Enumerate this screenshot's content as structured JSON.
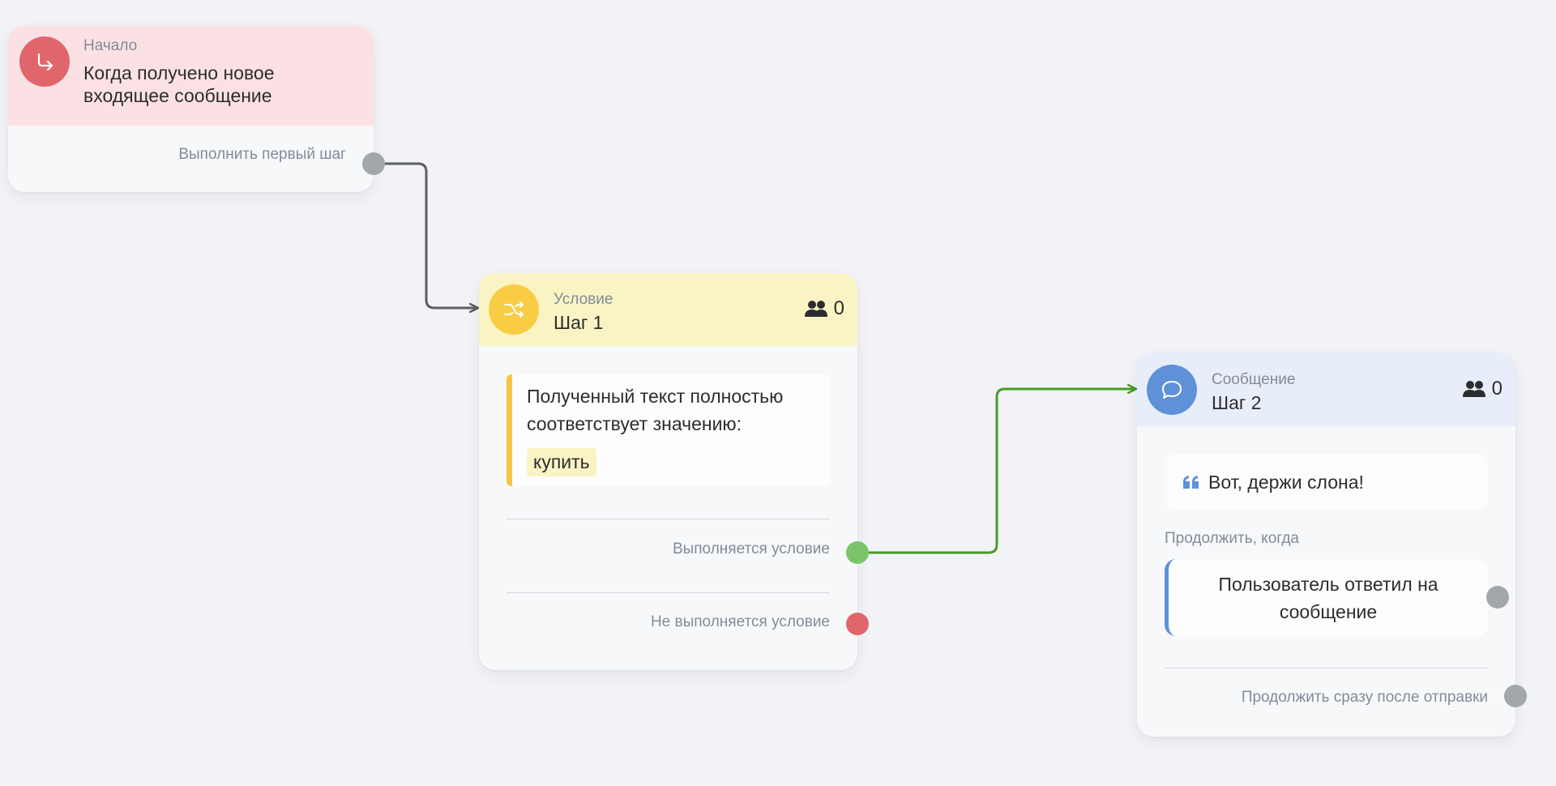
{
  "canvas": {
    "nodes": {
      "start": {
        "type_label": "Начало",
        "title": "Когда получено новое входящее сообщение",
        "output_label": "Выполнить первый шаг",
        "icon": "redirect-arrow-icon"
      },
      "condition": {
        "type_label": "Условие",
        "title": "Шаг 1",
        "subscribers_count": "0",
        "icon": "shuffle-icon",
        "rule_text": "Полученный текст полностью соответствует значению:",
        "rule_value": "купить",
        "output_true_label": "Выполняется условие",
        "output_false_label": "Не выполняется условие"
      },
      "message": {
        "type_label": "Сообщение",
        "title": "Шаг 2",
        "subscribers_count": "0",
        "icon": "chat-bubble-icon",
        "quote_text": "Вот, держи слона!",
        "continue_when_label": "Продолжить, когда",
        "continue_option": "Пользователь ответил на сообщение",
        "continue_immediately_label": "Продолжить сразу после отправки"
      }
    },
    "colors": {
      "background": "#f2f3f7",
      "start_header": "#fbe1e4",
      "condition_header": "#faf4c4",
      "message_header": "#e7eefa",
      "link_default": "#5d5f63",
      "link_success": "#4b9a2a",
      "port_success": "#7cc46a",
      "port_fail": "#e0666c"
    }
  }
}
